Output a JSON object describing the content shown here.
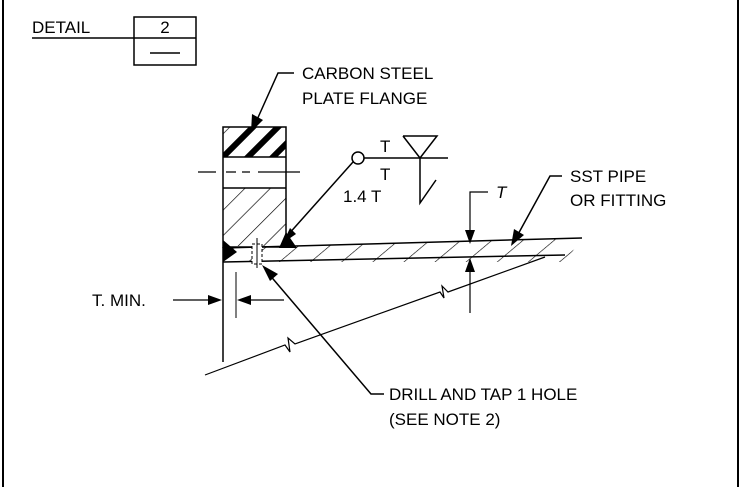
{
  "detail": {
    "label": "DETAIL",
    "number": "2",
    "sheet": ""
  },
  "callouts": {
    "flange_line1": "CARBON STEEL",
    "flange_line2": "PLATE FLANGE",
    "pipe_line1": "SST PIPE",
    "pipe_line2": "OR FITTING",
    "thickness_symbol": "T",
    "min_thickness": "T. MIN.",
    "drill_line1": "DRILL AND TAP 1 HOLE",
    "drill_line2": "(SEE NOTE 2)"
  },
  "weld_symbol": {
    "arrow_side": "T",
    "other_side": "T",
    "leg_size": "1.4 T"
  },
  "colors": {
    "line": "#000000",
    "background": "#ffffff"
  }
}
